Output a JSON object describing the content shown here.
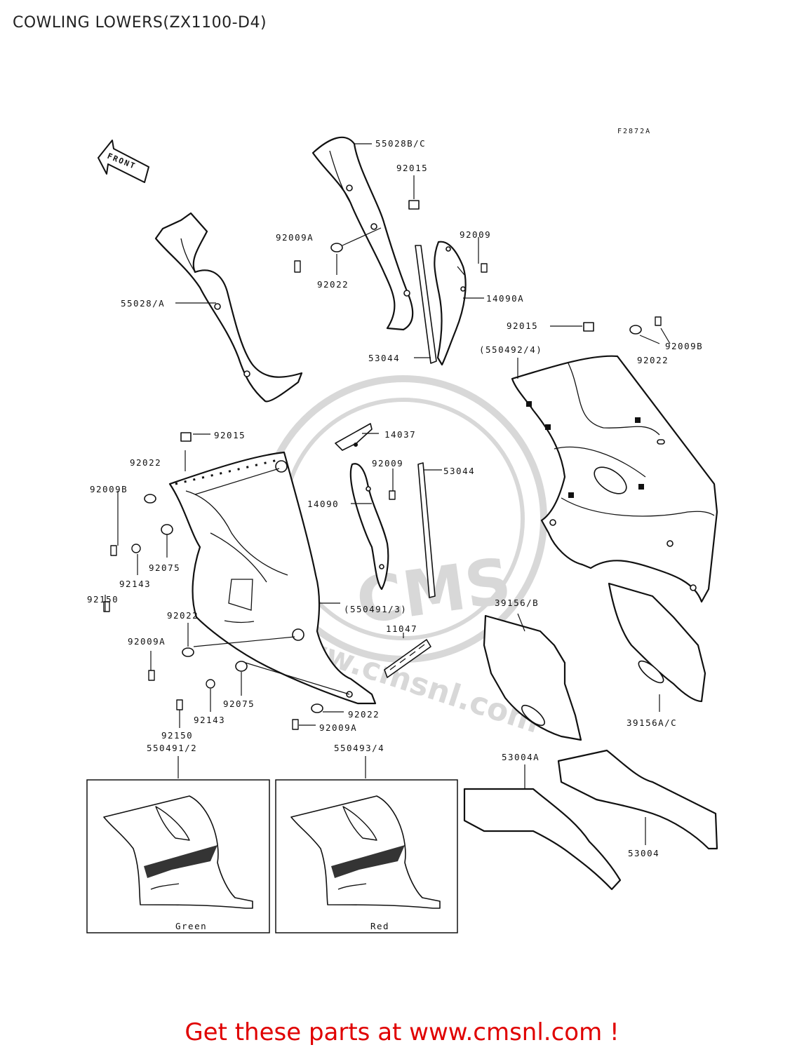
{
  "title": "COWLING LOWERS(ZX1100-D4)",
  "figure_code": "F2872A",
  "front_arrow_text": "FRONT",
  "watermark": "www.cmsnl.com",
  "watermark_logo": "CMS",
  "labels": {
    "p55028BC": "55028B/C",
    "p92015a": "92015",
    "p92009A_top": "92009A",
    "p92022_top": "92022",
    "p92009_top": "92009",
    "p14090A": "14090A",
    "p55028A": "55028/A",
    "p53044_top": "53044",
    "p92015b": "92015",
    "p550492": "(550492/4)",
    "p92009B_r": "92009B",
    "p92022_r": "92022",
    "p92015c": "92015",
    "p14037": "14037",
    "p92022_l": "92022",
    "p92009_mid": "92009",
    "p53044_mid": "53044",
    "p92009B_l": "92009B",
    "p14090": "14090",
    "p92075_a": "92075",
    "p92143_a": "92143",
    "p92150_a": "92150",
    "p550491_3": "(550491/3)",
    "p39156B": "39156/B",
    "p92022_m": "92022",
    "p11047": "11047",
    "p92009A_l": "92009A",
    "p39156AC": "39156A/C",
    "p92075_b": "92075",
    "p92143_b": "92143",
    "p92022_b": "92022",
    "p92009A_b": "92009A",
    "p92150_b": "92150",
    "p550491_2": "550491/2",
    "p550493_4": "550493/4",
    "p53004A": "53004A",
    "p53004": "53004"
  },
  "variants": [
    {
      "caption": "Green"
    },
    {
      "caption": "Red"
    }
  ],
  "footer": "Get these parts at www.cmsnl.com !"
}
